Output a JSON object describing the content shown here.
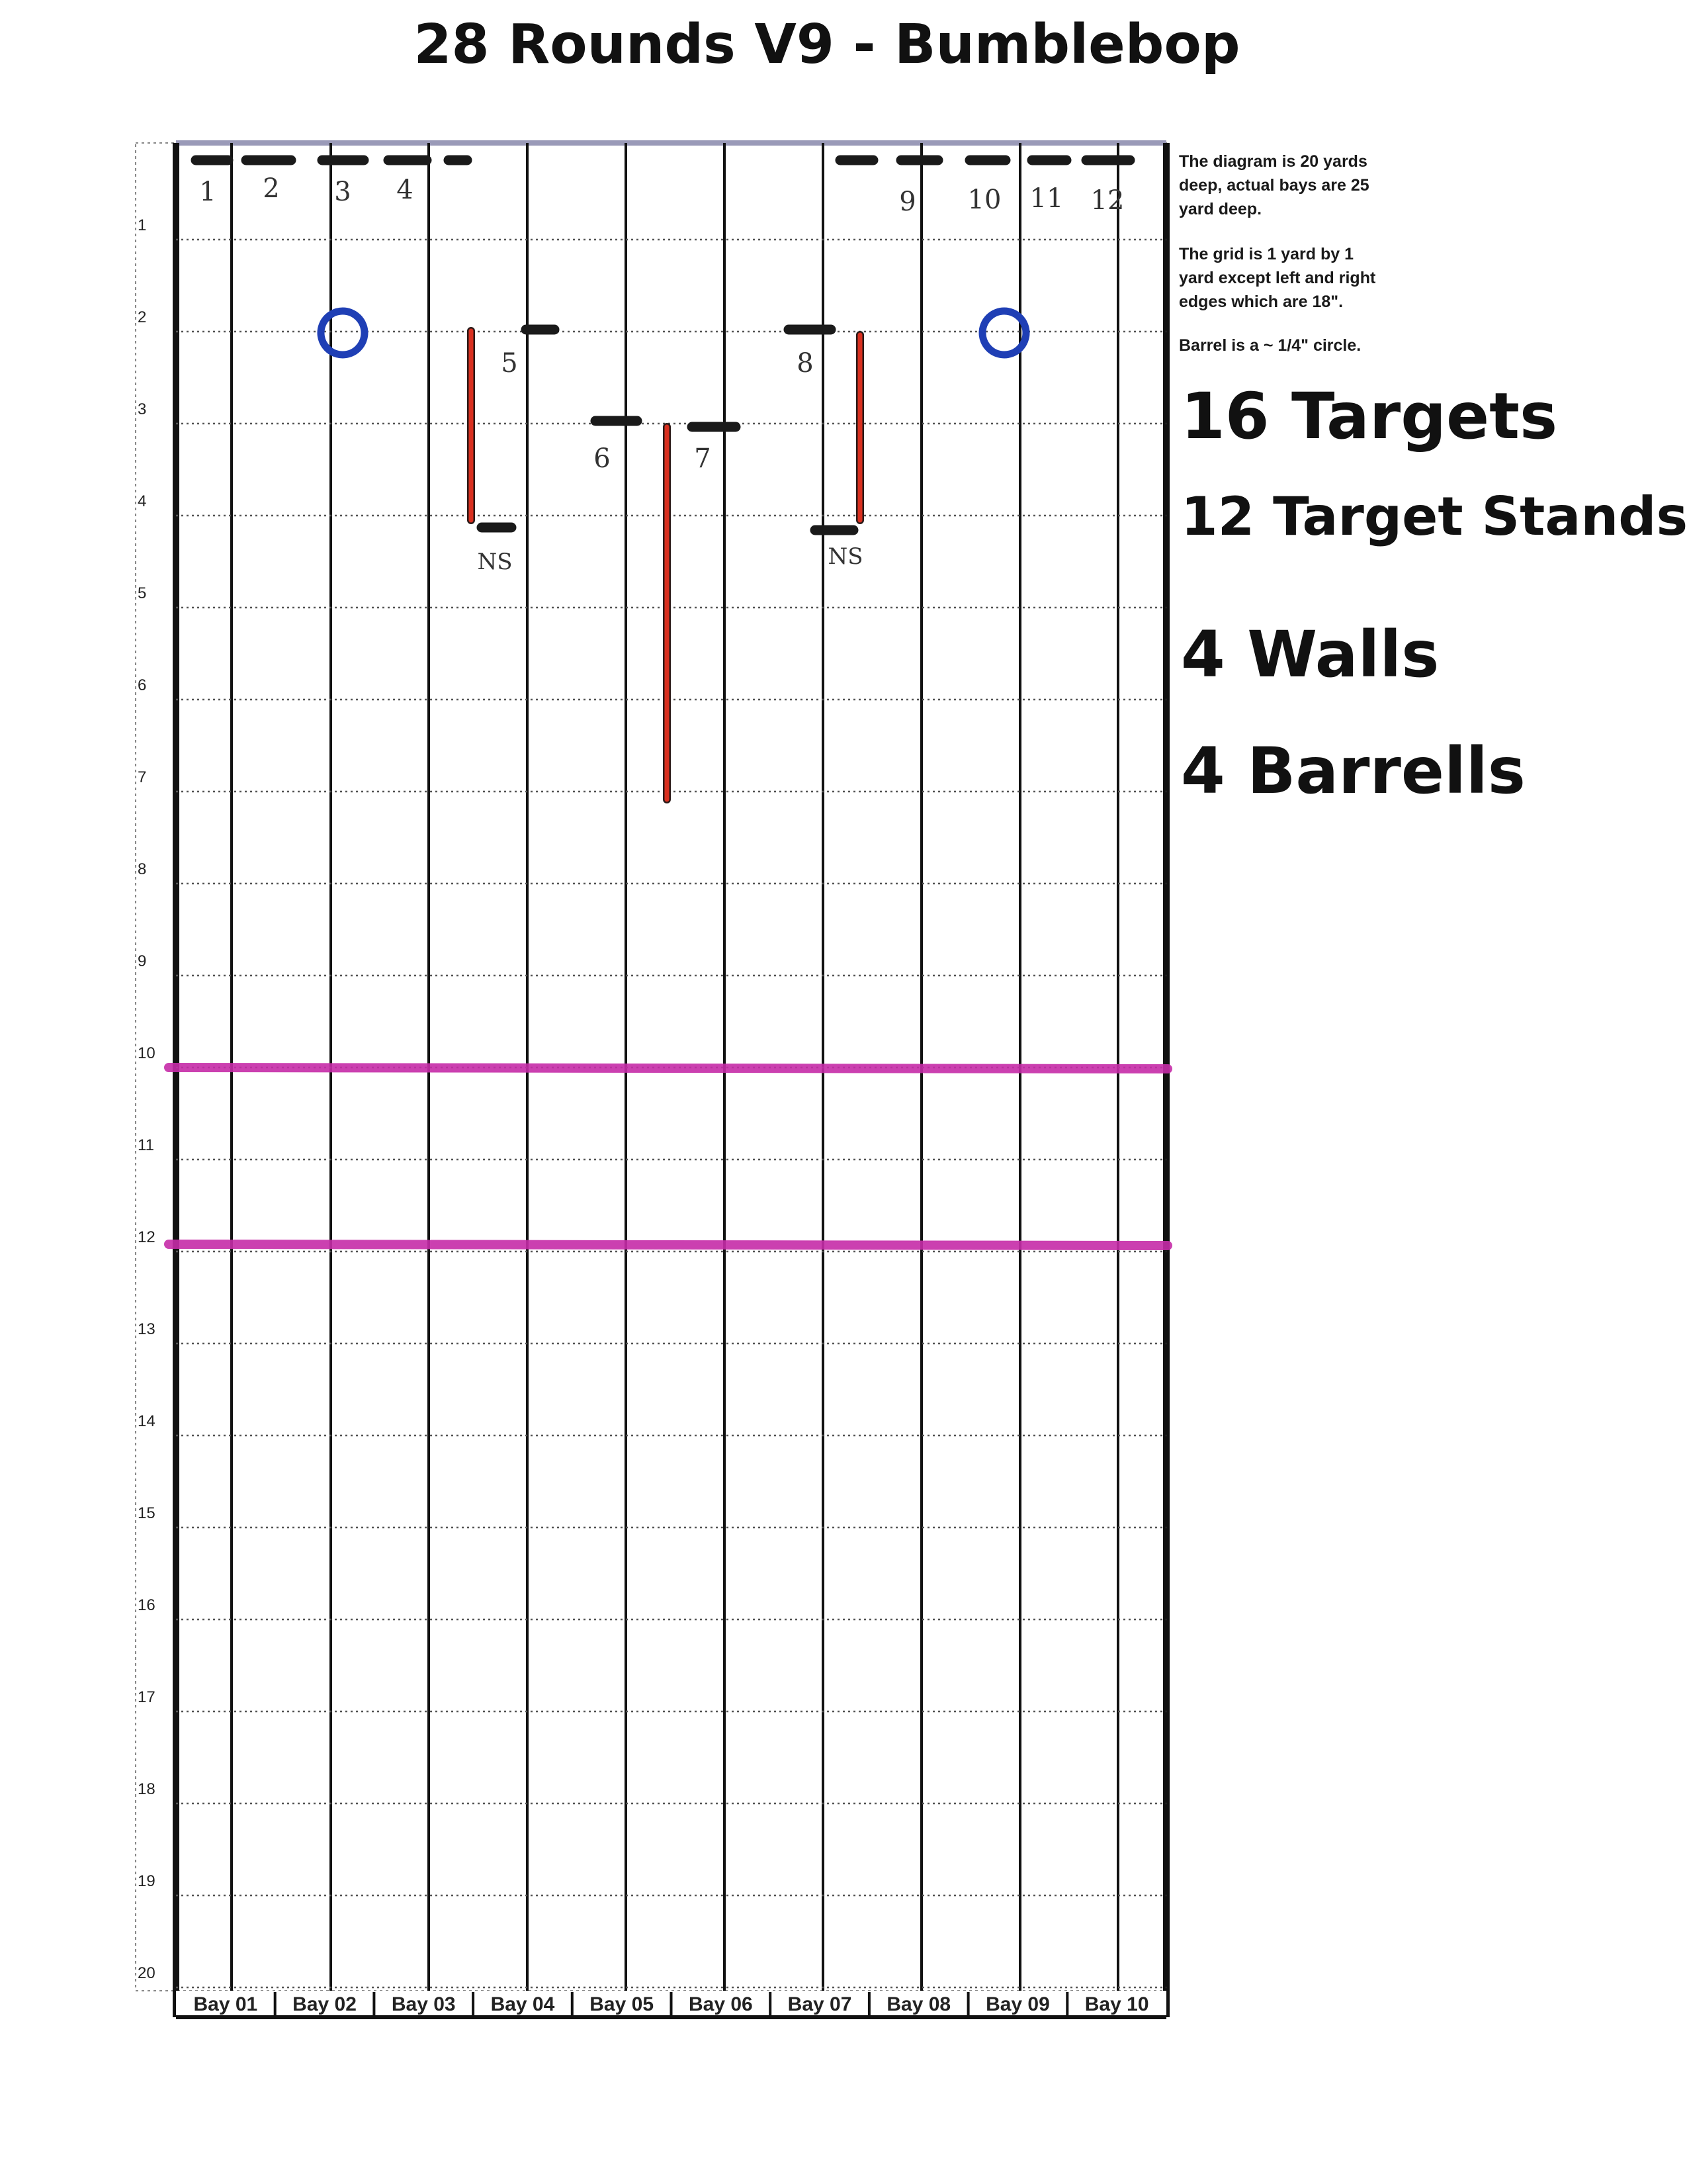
{
  "title": "28 Rounds V9 - Bumblebop",
  "notes": [
    "The diagram is 20 yards",
    "deep, actual bays are 25",
    "yard deep.",
    "The grid is 1 yard by 1",
    "yard except left and right",
    "edges which are 18\".",
    "Barrel is a ~ 1/4\" circle."
  ],
  "summary": [
    "16 Targets",
    "12 Target Stands",
    "4 Walls",
    "4 Barrells"
  ],
  "yard_labels": [
    "1",
    "2",
    "3",
    "4",
    "5",
    "6",
    "7",
    "8",
    "9",
    "10",
    "11",
    "12",
    "13",
    "14",
    "15",
    "16",
    "17",
    "18",
    "19",
    "20"
  ],
  "bays": [
    "Bay 01",
    "Bay 02",
    "Bay 03",
    "Bay 04",
    "Bay 05",
    "Bay 06",
    "Bay 07",
    "Bay 08",
    "Bay 09",
    "Bay 10"
  ],
  "target_labels": [
    "1",
    "2",
    "3",
    "4",
    "5",
    "6",
    "7",
    "8",
    "9",
    "10",
    "11",
    "12"
  ],
  "no_shoot_label": "NS",
  "colors": {
    "grid": "#111111",
    "wall": "#d93020",
    "barrel": "#1f3fb5",
    "fault_line": "#c62ca8",
    "target": "#1a1a1a"
  },
  "diagram_data": {
    "grid": {
      "depth_yards": 20,
      "bay_count": 10,
      "columns": 20
    },
    "fault_lines_at_yard": [
      10,
      12
    ],
    "barrels": [
      {
        "column": 3,
        "yard": 2
      },
      {
        "column": 17,
        "yard": 2
      }
    ],
    "walls": [
      {
        "column": 6,
        "from_yard": 2,
        "to_yard": 4
      },
      {
        "column": 10,
        "from_yard": 3,
        "to_yard": 7
      },
      {
        "column": 14,
        "from_yard": 2,
        "to_yard": 4
      }
    ],
    "targets_top": [
      {
        "label": "1",
        "column": 1
      },
      {
        "label": "2",
        "column": 2
      },
      {
        "label": "3",
        "column": 3
      },
      {
        "label": "4",
        "column": 4
      },
      {
        "label": "",
        "column": 5
      },
      {
        "label": "",
        "column": 14
      },
      {
        "label": "9",
        "column": 15
      },
      {
        "label": "10",
        "column": 16
      },
      {
        "label": "11",
        "column": 17
      },
      {
        "label": "12",
        "column": 18
      }
    ],
    "targets_field": [
      {
        "label": "5",
        "column": 6,
        "yard": 2,
        "side": "right"
      },
      {
        "label": "6",
        "column": 9,
        "yard": 3,
        "side": "left"
      },
      {
        "label": "7",
        "column": 10,
        "yard": 3,
        "side": "right"
      },
      {
        "label": "8",
        "column": 13,
        "yard": 2,
        "side": "left"
      }
    ],
    "no_shoots": [
      {
        "column": 6,
        "yard": 4
      },
      {
        "column": 13,
        "yard": 4
      }
    ]
  }
}
